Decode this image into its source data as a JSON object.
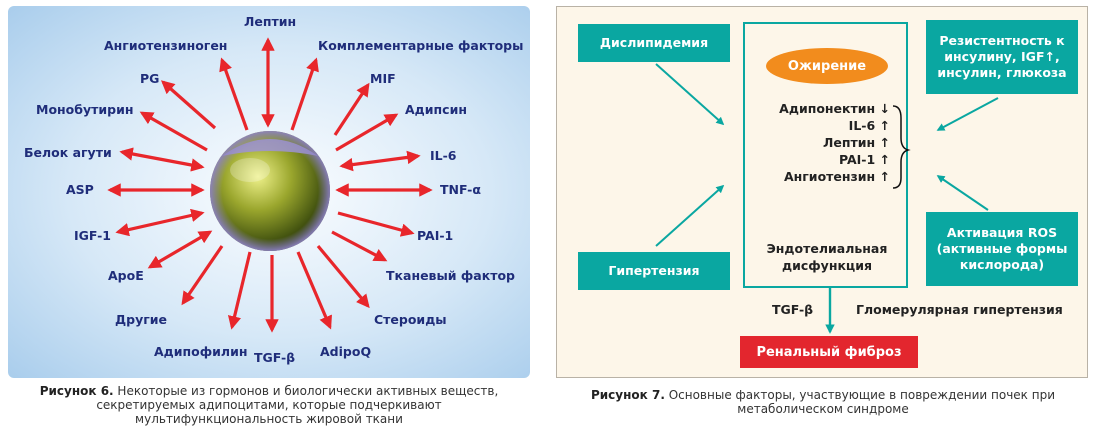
{
  "figure6": {
    "center_label": "",
    "labels": {
      "leptin": "Лептин",
      "angiotensinogen": "Ангиотензиноген",
      "complement": "Комплементарные факторы",
      "pg": "PG",
      "mif": "MIF",
      "monobutyrin": "Монобутирин",
      "adipsin": "Адипсин",
      "agouti": "Белок агути",
      "il6": "IL-6",
      "asp": "ASP",
      "tnf": "TNF-α",
      "igf1": "IGF-1",
      "pai1": "PAI-1",
      "apoe": "ApoE",
      "tissue_factor": "Тканевый фактор",
      "other": "Другие",
      "steroids": "Стероиды",
      "adipophilin": "Адипофилин",
      "tgf": "TGF-β",
      "adipoq": "AdipoQ"
    },
    "caption_bold": "Рисунок 6.",
    "caption_text": " Некоторые из гормонов и биологически активных веществ, секретируемых адипоцитами, которые подчеркивают мультифункциональность жировой ткани"
  },
  "figure7": {
    "box_dyslipidemia": "Дислипидемия",
    "box_hypertension": "Гипертензия",
    "box_resistance": "Резистентность к инсулину, IGF↑, инсулин, глюкоза",
    "box_ros": "Активация ROS (активные формы кислорода)",
    "obesity": "Ожирение",
    "markers": [
      "Адипонектин ↓",
      "IL-6 ↑",
      "Лептин ↑",
      "PAI-1 ↑",
      "Ангиотензин ↑"
    ],
    "endothelial": "Эндотелиальная дисфункция",
    "tgf": "TGF-β",
    "glomerular": "Гломерулярная гипертензия",
    "renal_fibrosis": "Ренальный фиброз",
    "caption_bold": "Рисунок 7.",
    "caption_text": " Основные факторы, участвующие в повреждении почек при метаболическом синдроме"
  },
  "colors": {
    "arrow_red": "#e8262b",
    "teal": "#0aa7a1",
    "orange": "#f28c1d",
    "red_box": "#e3262e",
    "label_navy": "#1f2d7a"
  }
}
